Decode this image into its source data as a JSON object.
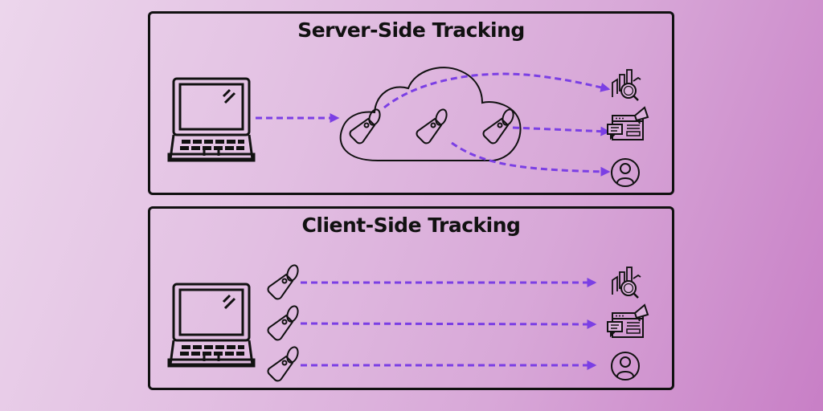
{
  "colors": {
    "arrow": "#7b3fe4",
    "stroke": "#111111",
    "background_start": "#ecd6ec",
    "background_end": "#c87fc6"
  },
  "panels": [
    {
      "id": "server",
      "title": "Server-Side Tracking",
      "source": "laptop-icon",
      "hub": "cloud-icon",
      "tags_in_hub": 3,
      "destinations": [
        "analytics-icon",
        "advertising-icon",
        "user-icon"
      ]
    },
    {
      "id": "client",
      "title": "Client-Side Tracking",
      "source": "laptop-icon",
      "tags": 3,
      "destinations": [
        "analytics-icon",
        "advertising-icon",
        "user-icon"
      ]
    }
  ]
}
